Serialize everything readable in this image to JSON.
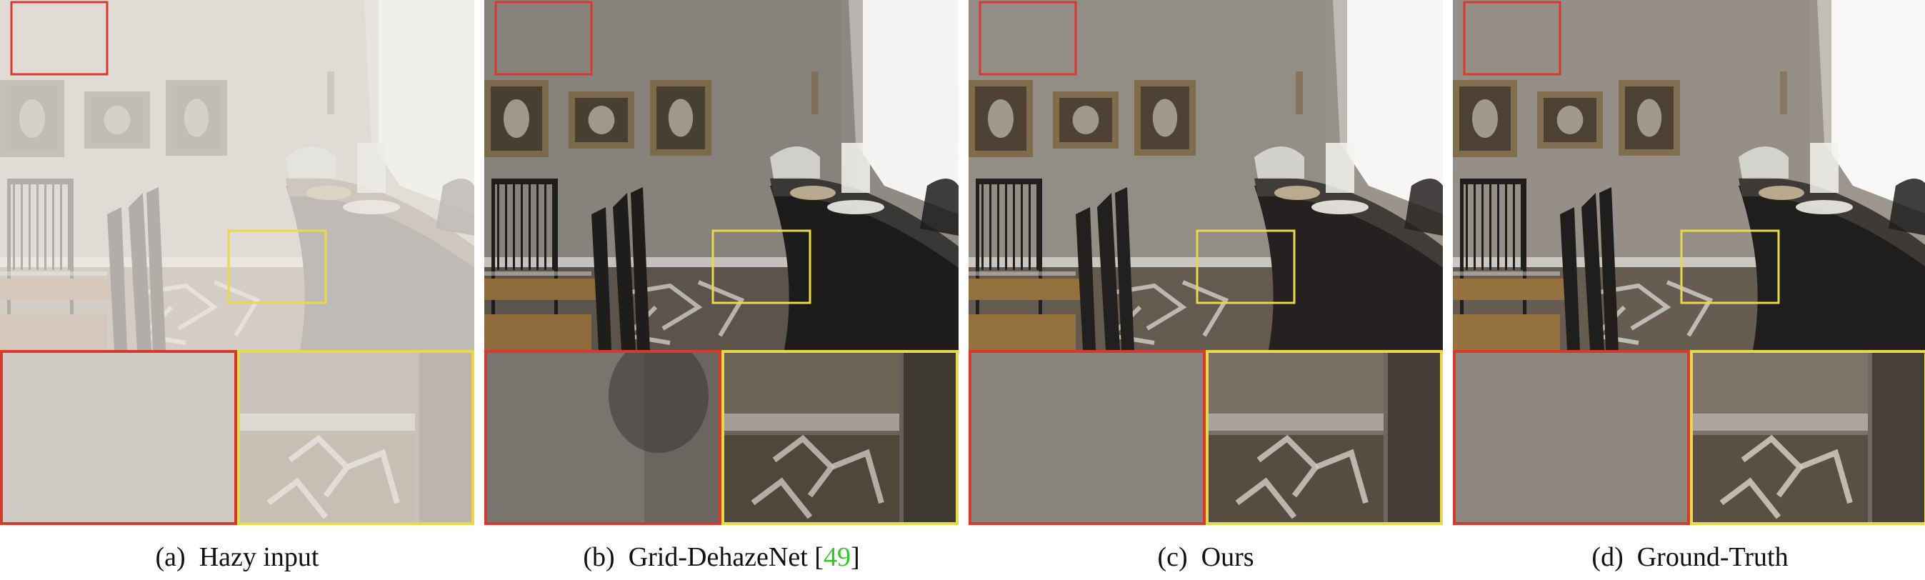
{
  "figure": {
    "panels": [
      {
        "label": "(a)",
        "name": "Hazy input",
        "ref": "",
        "ref_close": ""
      },
      {
        "label": "(b)",
        "name": "Grid-DehazeNet [",
        "ref": "49",
        "ref_close": "]"
      },
      {
        "label": "(c)",
        "name": "Ours",
        "ref": "",
        "ref_close": ""
      },
      {
        "label": "(d)",
        "name": "Ground-Truth",
        "ref": "",
        "ref_close": ""
      }
    ],
    "colors": {
      "red_box": "#d63a2e",
      "yellow_box": "#e8d84a",
      "citation": "#39c62d"
    }
  }
}
